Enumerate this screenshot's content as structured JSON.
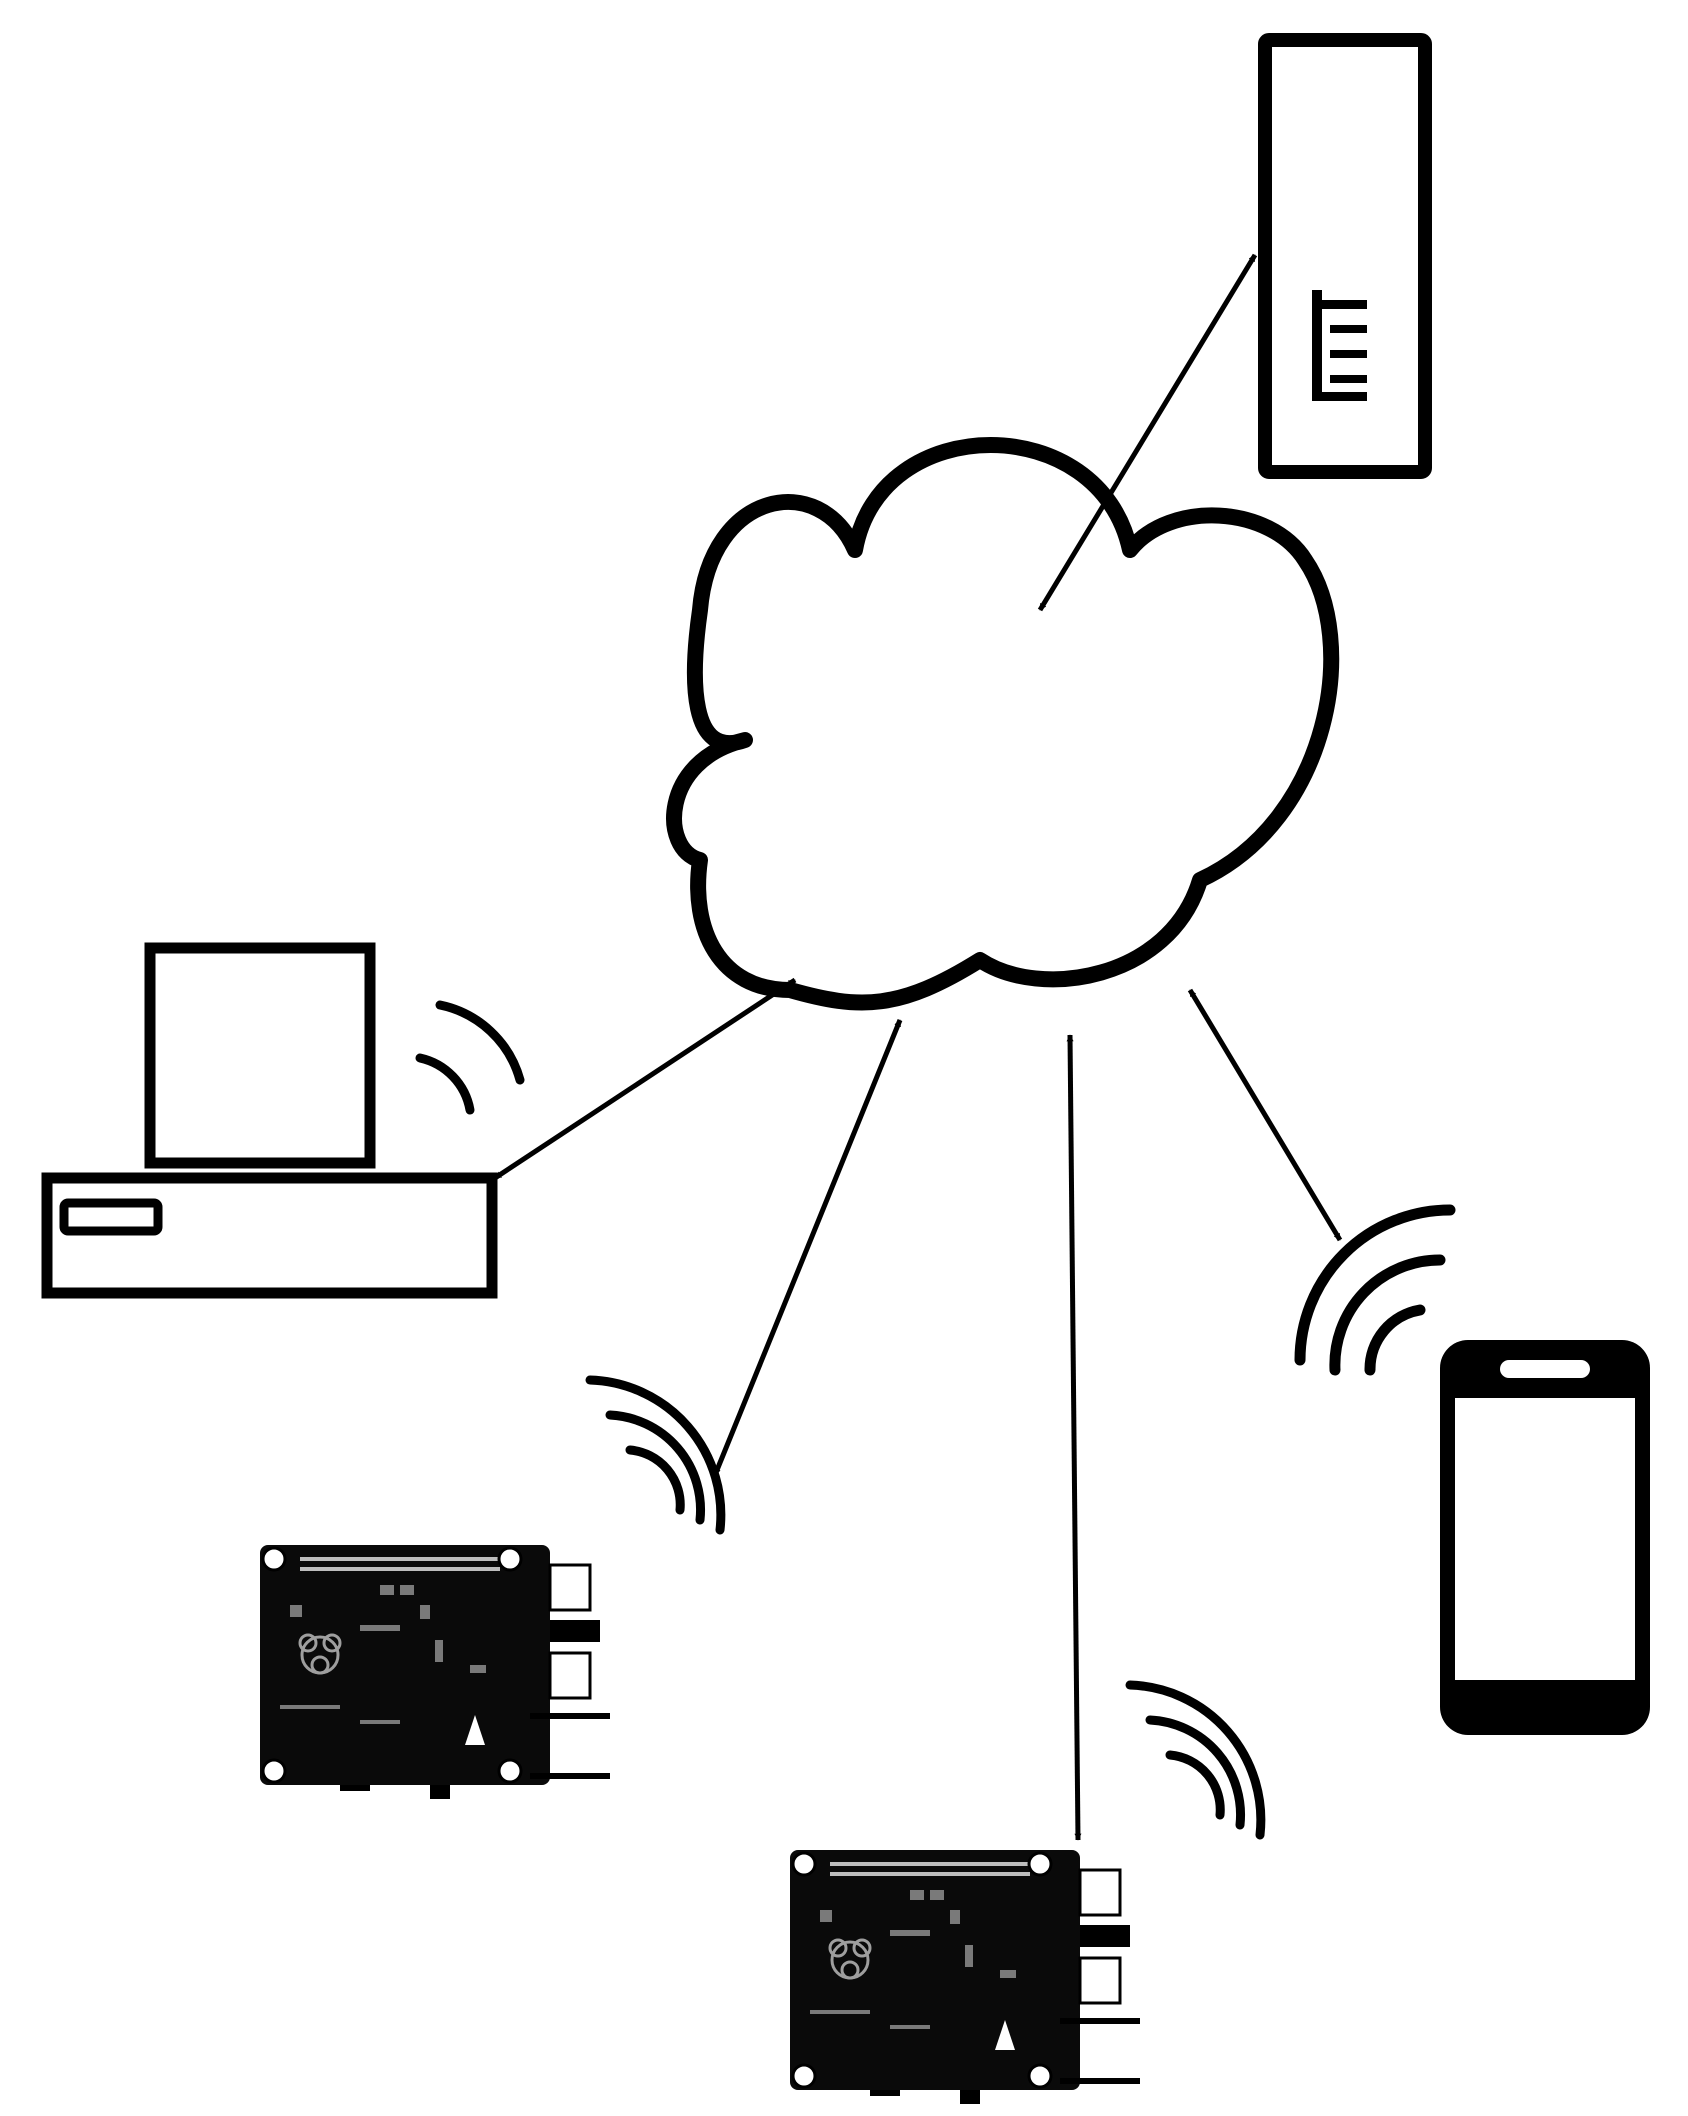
{
  "diagram": {
    "nodes": [
      {
        "id": "server",
        "icon": "server-tower-icon"
      },
      {
        "id": "cloud",
        "icon": "cloud-icon"
      },
      {
        "id": "desktop-computer",
        "icon": "desktop-computer-icon"
      },
      {
        "id": "raspberry-pi-1",
        "icon": "single-board-computer-icon"
      },
      {
        "id": "raspberry-pi-2",
        "icon": "single-board-computer-icon"
      },
      {
        "id": "smartphone",
        "icon": "smartphone-icon"
      }
    ],
    "links": [
      {
        "from": "cloud",
        "to": "server",
        "style": "double-arrow"
      },
      {
        "from": "cloud",
        "to": "desktop-computer",
        "style": "double-arrow"
      },
      {
        "from": "cloud",
        "to": "raspberry-pi-1",
        "style": "double-arrow"
      },
      {
        "from": "cloud",
        "to": "raspberry-pi-2",
        "style": "double-arrow"
      },
      {
        "from": "cloud",
        "to": "smartphone",
        "style": "double-arrow"
      }
    ],
    "wireless_icons": [
      "desktop-computer",
      "raspberry-pi-1",
      "raspberry-pi-2",
      "smartphone"
    ],
    "colors": {
      "stroke": "#000000",
      "background": "#ffffff"
    }
  }
}
